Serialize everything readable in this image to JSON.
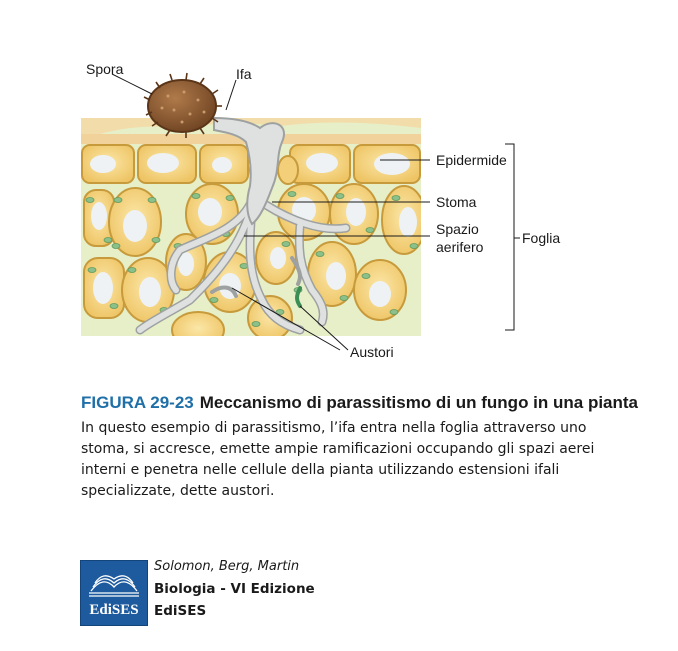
{
  "labels": {
    "spora": "Spora",
    "ifa": "Ifa",
    "epidermide": "Epidermide",
    "stoma": "Stoma",
    "spazio_line1": "Spazio",
    "spazio_line2": "aerifero",
    "foglia": "Foglia",
    "austori": "Austori"
  },
  "caption": {
    "number": "FIGURA 29-23",
    "title": "Meccanismo di parassitismo di un fungo in una pianta",
    "body": "In questo esempio di parassitismo, l’ifa entra nella foglia attraverso uno stoma, si accresce, emette ampie ramificazioni occupando gli spazi aerei interni e penetra nelle cellule della pianta utilizzando estensioni ifali specializzate, dette austori."
  },
  "publisher": {
    "logo_text": "EdiSES",
    "authors": "Solomon, Berg, Martin",
    "book": "Biologia - VI Edizione",
    "name": "EdiSES"
  },
  "colors": {
    "tissue_bg": "#e6efc8",
    "cell_fill": "#f7d98a",
    "cell_border": "#c79a3c",
    "vacuole": "#eef2f4",
    "chloroplast": "#8cc08a",
    "hypha": "#d2d4d4",
    "spore": "#8a5a34",
    "fig_blue": "#1f6fa8",
    "logo_blue": "#1d5a9e"
  }
}
